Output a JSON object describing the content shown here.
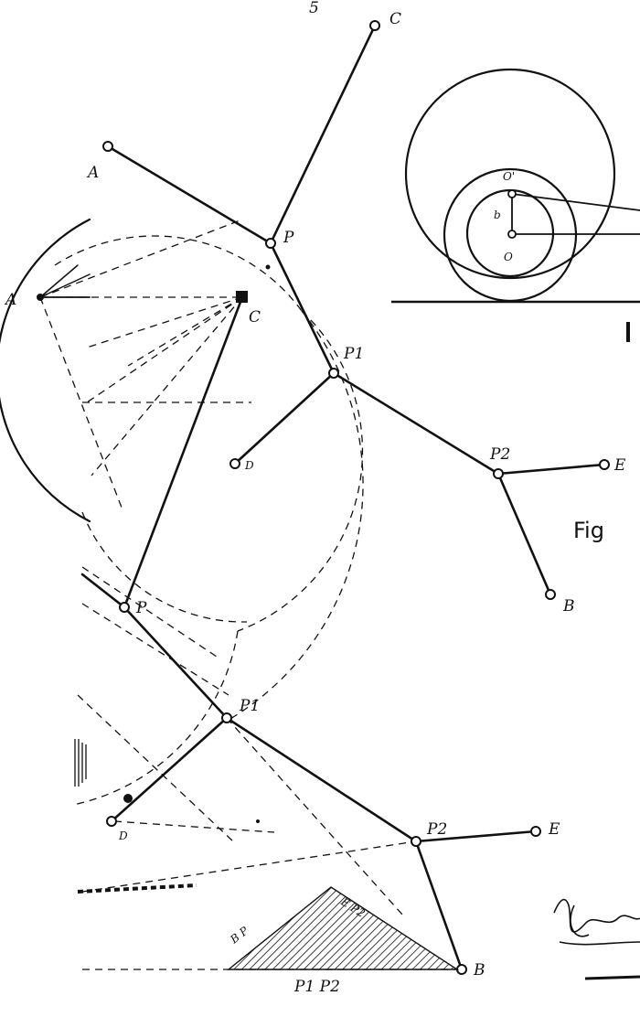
{
  "figure": {
    "page_number_fragment": "5",
    "figure_caption_fragment": "Fig",
    "signature_text": "l. Andre"
  },
  "upper_mechanism": {
    "labels": {
      "A": "A",
      "C": "C",
      "P": "P",
      "P1": "P1",
      "D": "D",
      "P2": "P2",
      "E": "E",
      "B": "B"
    }
  },
  "lower_mechanism": {
    "labels": {
      "A": "A",
      "C": "C",
      "P": "P",
      "P1": "P1",
      "D": "D",
      "P2": "P2",
      "E": "E",
      "B": "B"
    }
  },
  "triangle": {
    "labels": {
      "left_edge": "B P",
      "right_edge": "E P2",
      "base": "P1 P2"
    }
  },
  "circles_detail": {
    "labels": {
      "O_prime": "O'",
      "O": "O",
      "b": "b"
    }
  },
  "colors": {
    "ink": "#111111",
    "paper": "#ffffff"
  }
}
